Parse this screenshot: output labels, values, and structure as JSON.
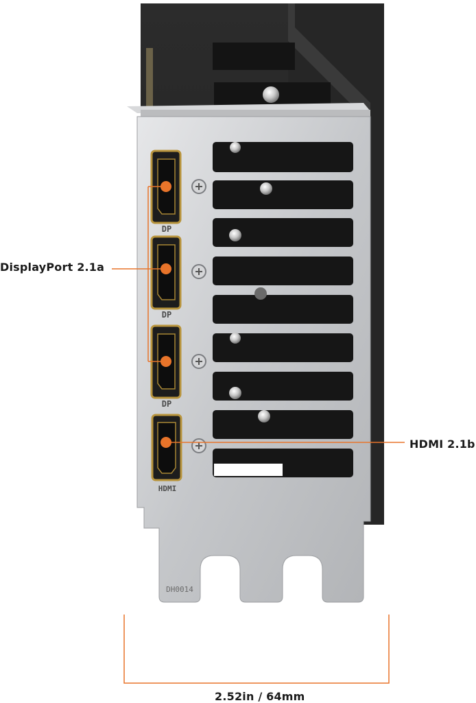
{
  "labels": {
    "displayport": "DisplayPort 2.1a",
    "hdmi": "HDMI 2.1b",
    "width": "2.52in / 64mm"
  },
  "bracket_text": {
    "port_marking_dp": "DP",
    "port_marking_hdmi": "HDMI",
    "part_code": "DH0014"
  },
  "colors": {
    "accent": "#e8742a",
    "bracket": "#c9cacc",
    "card_body": "#2b2b2b",
    "port_gold": "#b8943c"
  }
}
